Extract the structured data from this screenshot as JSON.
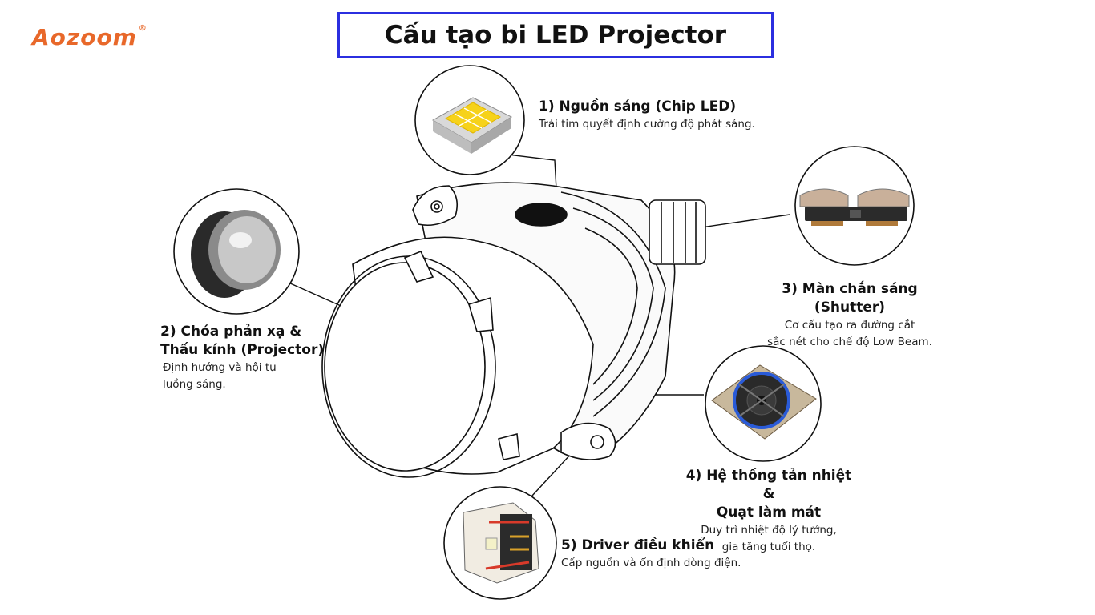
{
  "brand": {
    "logo_text": "Aozoom",
    "registered_mark": "®",
    "color": "#e8682a"
  },
  "title": "Cấu tạo bi LED Projector",
  "title_border_color": "#2b2fe0",
  "components": [
    {
      "heading": "1) Nguồn sáng (Chip LED)",
      "desc_lines": [
        "Trái tim quyết định cường độ phát sáng."
      ],
      "icon": "led-chip-icon"
    },
    {
      "heading_lines": [
        "2) Chóa phản xạ &",
        "Thấu kính (Projector)"
      ],
      "desc_lines": [
        "Định hướng và hội tụ",
        "luồng sáng."
      ],
      "icon": "projector-lens-icon"
    },
    {
      "heading": "3) Màn chắn sáng (Shutter)",
      "desc_lines": [
        "Cơ cấu tạo ra đường cắt",
        "sắc nét cho chế độ Low Beam."
      ],
      "icon": "shutter-icon"
    },
    {
      "heading_lines": [
        "4) Hệ thống tản nhiệt &",
        "Quạt làm mát"
      ],
      "desc_lines": [
        "Duy trì nhiệt độ lý tưởng,",
        "gia tăng tuổi thọ."
      ],
      "icon": "cooling-fan-icon"
    },
    {
      "heading": "5) Driver điều khiển",
      "desc_lines": [
        "Cấp nguồn và ổn định dòng điện."
      ],
      "icon": "driver-board-icon"
    }
  ]
}
